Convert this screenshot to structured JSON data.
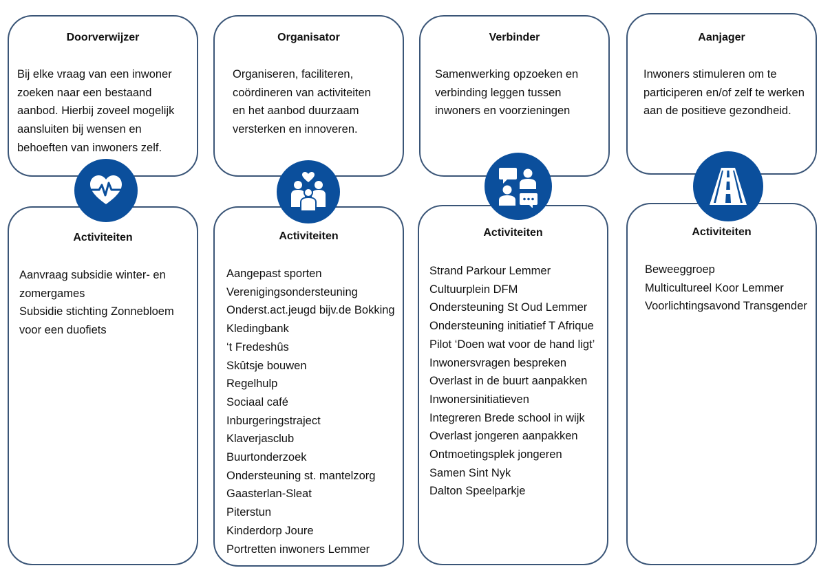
{
  "columns": [
    {
      "role": "Doorverwijzer",
      "description": [
        "Bij elke vraag van een inwoner",
        "zoeken naar een bestaand",
        "aanbod. Hierbij zoveel mogelijk",
        "aansluiten bij wensen en",
        "behoeften van inwoners zelf."
      ],
      "icon": "heart-pulse-icon",
      "activities_title": "Activiteiten",
      "activities": [
        "Aanvraag subsidie winter- en",
        "zomergames",
        "Subsidie stichting Zonnebloem",
        "voor een duofiets"
      ]
    },
    {
      "role": "Organisator",
      "description": [
        "Organiseren, faciliteren,",
        "coördineren van activiteiten",
        "en het aanbod duurzaam",
        "versterken en innoveren."
      ],
      "icon": "family-heart-icon",
      "activities_title": "Activiteiten",
      "activities": [
        "Aangepast sporten",
        "Verenigingsondersteuning",
        "Onderst.act.jeugd  bijv.de Bokking",
        "Kledingbank",
        "‘t Fredeshûs",
        "Skûtsje bouwen",
        "Regelhulp",
        "Sociaal café",
        "Inburgeringstraject",
        "Klaverjasclub",
        "Buurtonderzoek",
        "Ondersteuning st. mantelzorg",
        "Gaasterlan-Sleat",
        "Piterstun",
        "Kinderdorp Joure",
        "Portretten inwoners Lemmer"
      ]
    },
    {
      "role": "Verbinder",
      "description": [
        "Samenwerking opzoeken en",
        "verbinding leggen tussen",
        "inwoners en voorzieningen"
      ],
      "icon": "people-chat-icon",
      "activities_title": "Activiteiten",
      "activities": [
        "Strand Parkour Lemmer",
        "Cultuurplein DFM",
        "Ondersteuning St Oud Lemmer",
        "Ondersteuning initiatief T Afrique",
        "Pilot ‘Doen wat voor de hand ligt’",
        "Inwonersvragen bespreken",
        "Overlast in de buurt aanpakken",
        "Inwonersinitiatieven",
        "Integreren Brede school in wijk",
        "Overlast jongeren aanpakken",
        "Ontmoetingsplek jongeren",
        "Samen Sint Nyk",
        "Dalton Speelparkje"
      ]
    },
    {
      "role": "Aanjager",
      "description": [
        "Inwoners stimuleren om te",
        "participeren en/of zelf te werken",
        "aan de positieve gezondheid."
      ],
      "icon": "road-icon",
      "activities_title": "Activiteiten",
      "activities": [
        "Beweeggroep",
        "Multicultureel Koor Lemmer",
        "Voorlichtingsavond Transgender"
      ]
    }
  ],
  "colors": {
    "border": "#3a5577",
    "icon_circle": "#0b4f9c"
  }
}
